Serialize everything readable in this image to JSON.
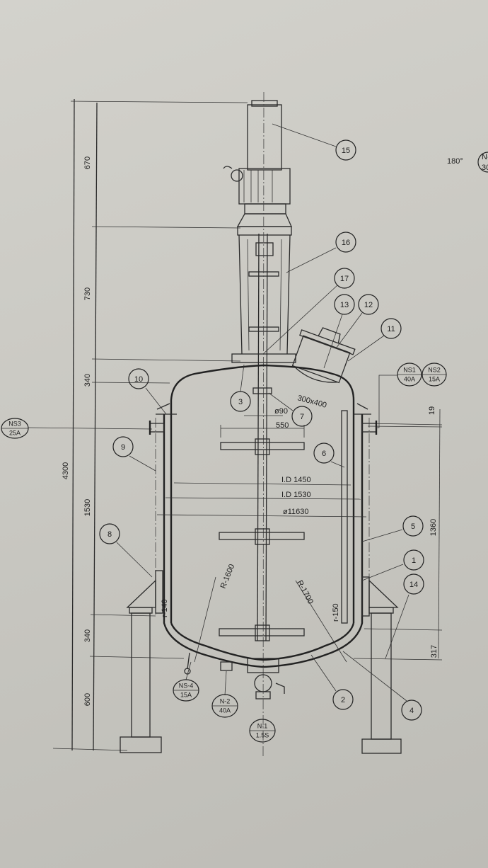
{
  "title_view": "180°",
  "partial_nozzle": {
    "top": "N-",
    "bottom": "30"
  },
  "dimensions": {
    "d670": "670",
    "d730": "730",
    "d340_top": "340",
    "d4300": "4300",
    "d1530": "1530",
    "d340_bottom": "340",
    "d600": "600",
    "d19": "19",
    "d1360": "1360",
    "d317": "317"
  },
  "annotations": {
    "phi90": "ø90",
    "w550": "550",
    "id1450": "I.D 1450",
    "id1530": "I.D 1530",
    "phi11630": "ø11630",
    "manhole": "300x400",
    "r1600": "R-1600",
    "r1700": "R-1700",
    "r140": "r-140",
    "r150": "r-150"
  },
  "callouts": [
    "15",
    "16",
    "17",
    "13",
    "12",
    "11",
    "10",
    "3",
    "7",
    "6",
    "9",
    "5",
    "8",
    "1",
    "14",
    "2",
    "4"
  ],
  "nozzles": {
    "ns1": {
      "tag": "NS1",
      "size": "40A"
    },
    "ns2": {
      "tag": "NS2",
      "size": "15A"
    },
    "ns3": {
      "tag": "NS3",
      "size": "25A"
    },
    "ns4": {
      "tag": "NS-4",
      "size": "15A"
    },
    "n2": {
      "tag": "N-2",
      "size": "40A"
    },
    "n1": {
      "tag": "N-1",
      "size": "1.5S"
    }
  }
}
